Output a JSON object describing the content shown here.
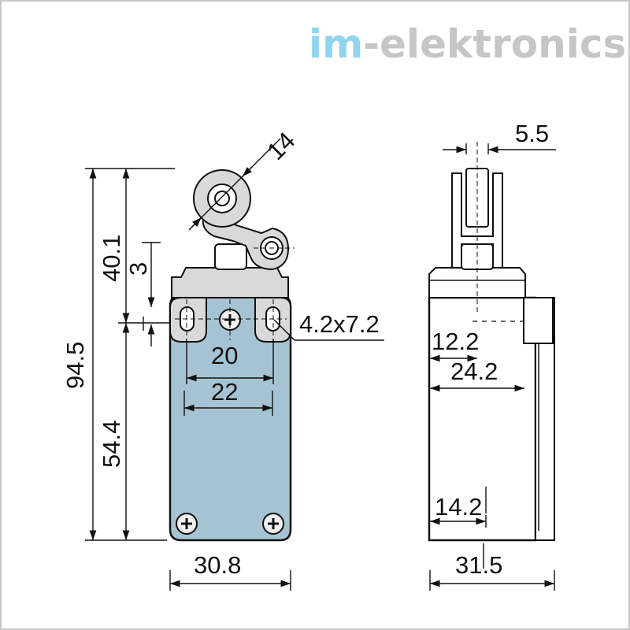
{
  "brand": {
    "name": "im-elektronics",
    "prefix": "im",
    "separator": "-",
    "suffix": "elektronics",
    "prefix_color": "#8fd4f0",
    "suffix_color": "#c6c6c6"
  },
  "colors": {
    "body_fill": "#a6c3d3",
    "outline": "#111111",
    "background": "#ffffff",
    "frame": "#c8c8c8"
  },
  "dimensions": {
    "roller_diameter": "14",
    "plunger_width": "5.5",
    "total_height": "94.5",
    "actuator_height": "40.1",
    "plunger_travel": "3",
    "body_height": "54.4",
    "slot_size": "4.2x7.2",
    "hole_spacing_inner": "20",
    "hole_spacing_outer": "22",
    "front_width": "30.8",
    "side_width": "31.5",
    "side_offset_top": "12.2",
    "side_depth_top": "24.2",
    "side_offset_bottom": "14.2"
  }
}
